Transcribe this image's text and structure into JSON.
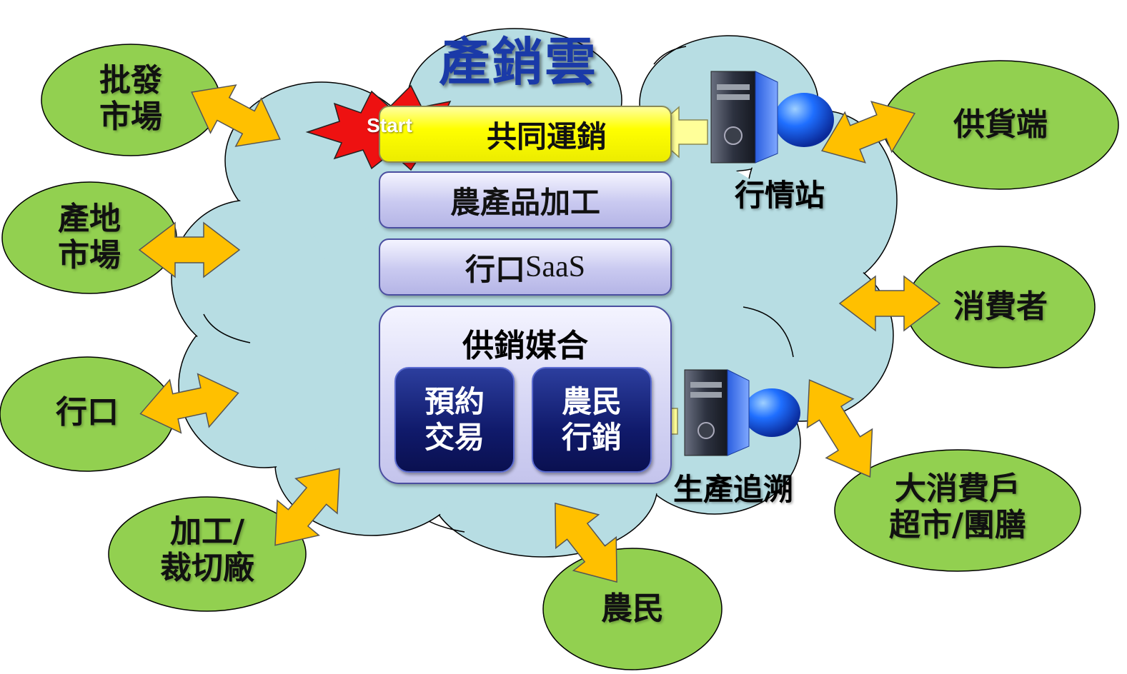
{
  "diagram": {
    "title": "產銷雲",
    "start_label": "Start",
    "modules": {
      "joint_transport": "共同運銷",
      "processing": "農產品加工",
      "saas_prefix": "行口",
      "saas_suffix": "SaaS",
      "matching_title": "供銷媒合",
      "reservation": "預約\n交易",
      "farmer_marketing": "農民\n行銷"
    },
    "servers": {
      "market_info": "行情站",
      "traceability": "生產追溯"
    },
    "nodes": {
      "wholesale": "批發\n市場",
      "origin_market": "產地\n市場",
      "merchant": "行口",
      "processing_plant": "加工/\n裁切廠",
      "farmer": "農民",
      "supplier": "供貨端",
      "consumer": "消費者",
      "large_consumer": "大消費戶\n超市/團膳"
    },
    "colors": {
      "cloud": "#b7dde3",
      "node": "#92d050",
      "arrow": "#ffc000",
      "title": "#1a3aa8"
    }
  }
}
